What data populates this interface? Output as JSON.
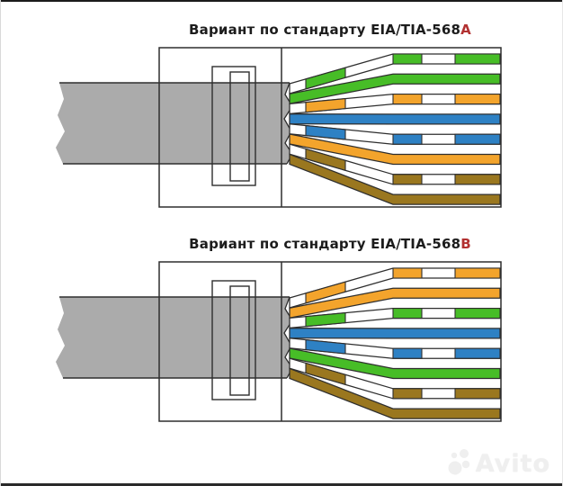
{
  "page": {
    "background": "#ffffff",
    "watermark": {
      "text": "Avito",
      "color": "#efefef"
    }
  },
  "colors": {
    "green": "#47bd27",
    "orange": "#f3a42c",
    "blue": "#2e81c4",
    "brown": "#9a771f",
    "cable": "#ababab",
    "outline": "#2e2e2e",
    "title_accent": "#b23131"
  },
  "diagrams": [
    {
      "id": "568a",
      "title_prefix": "Вариант по стандарту EIA/TIA-568",
      "title_suffix": "A",
      "wires": [
        {
          "name": "white-green",
          "base": "green",
          "striped": true
        },
        {
          "name": "green",
          "base": "green",
          "striped": false
        },
        {
          "name": "white-orange",
          "base": "orange",
          "striped": true
        },
        {
          "name": "blue",
          "base": "blue",
          "striped": false
        },
        {
          "name": "white-blue",
          "base": "blue",
          "striped": true
        },
        {
          "name": "orange",
          "base": "orange",
          "striped": false
        },
        {
          "name": "white-brown",
          "base": "brown",
          "striped": true
        },
        {
          "name": "brown",
          "base": "brown",
          "striped": false
        }
      ]
    },
    {
      "id": "568b",
      "title_prefix": "Вариант по стандарту EIA/TIA-568",
      "title_suffix": "B",
      "wires": [
        {
          "name": "white-orange",
          "base": "orange",
          "striped": true
        },
        {
          "name": "orange",
          "base": "orange",
          "striped": false
        },
        {
          "name": "white-green",
          "base": "green",
          "striped": true
        },
        {
          "name": "blue",
          "base": "blue",
          "striped": false
        },
        {
          "name": "white-blue",
          "base": "blue",
          "striped": true
        },
        {
          "name": "green",
          "base": "green",
          "striped": false
        },
        {
          "name": "white-brown",
          "base": "brown",
          "striped": true
        },
        {
          "name": "brown",
          "base": "brown",
          "striped": false
        }
      ]
    }
  ]
}
